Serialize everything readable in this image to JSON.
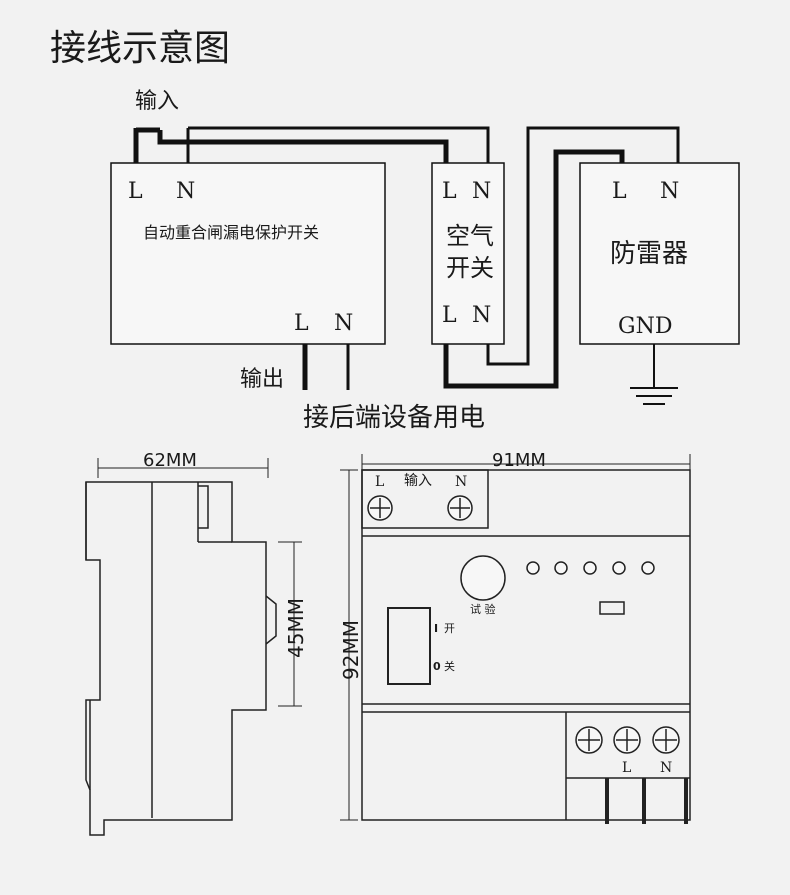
{
  "title": "接线示意图",
  "wiring": {
    "input_label": "输入",
    "output_label": "输出",
    "load_label": "接后端设备用电",
    "breaker_label": "自动重合闸漏电保护开关",
    "air_switch_line1": "空气",
    "air_switch_line2": "开关",
    "surge_label": "防雷器",
    "gnd_label": "GND",
    "L": "L",
    "N": "N"
  },
  "dimensions": {
    "depth": "62MM",
    "width": "91MM",
    "height": "92MM",
    "inner": "45MM"
  },
  "front_panel": {
    "input_label": "输入",
    "test_label": "试 验",
    "on_label": "开",
    "off_label": "关",
    "on_mark": "I",
    "off_mark": "0",
    "L": "L",
    "N": "N"
  },
  "colors": {
    "line": "#111111",
    "background": "#f2f2f2",
    "box_fill": "#f7f7f7"
  }
}
